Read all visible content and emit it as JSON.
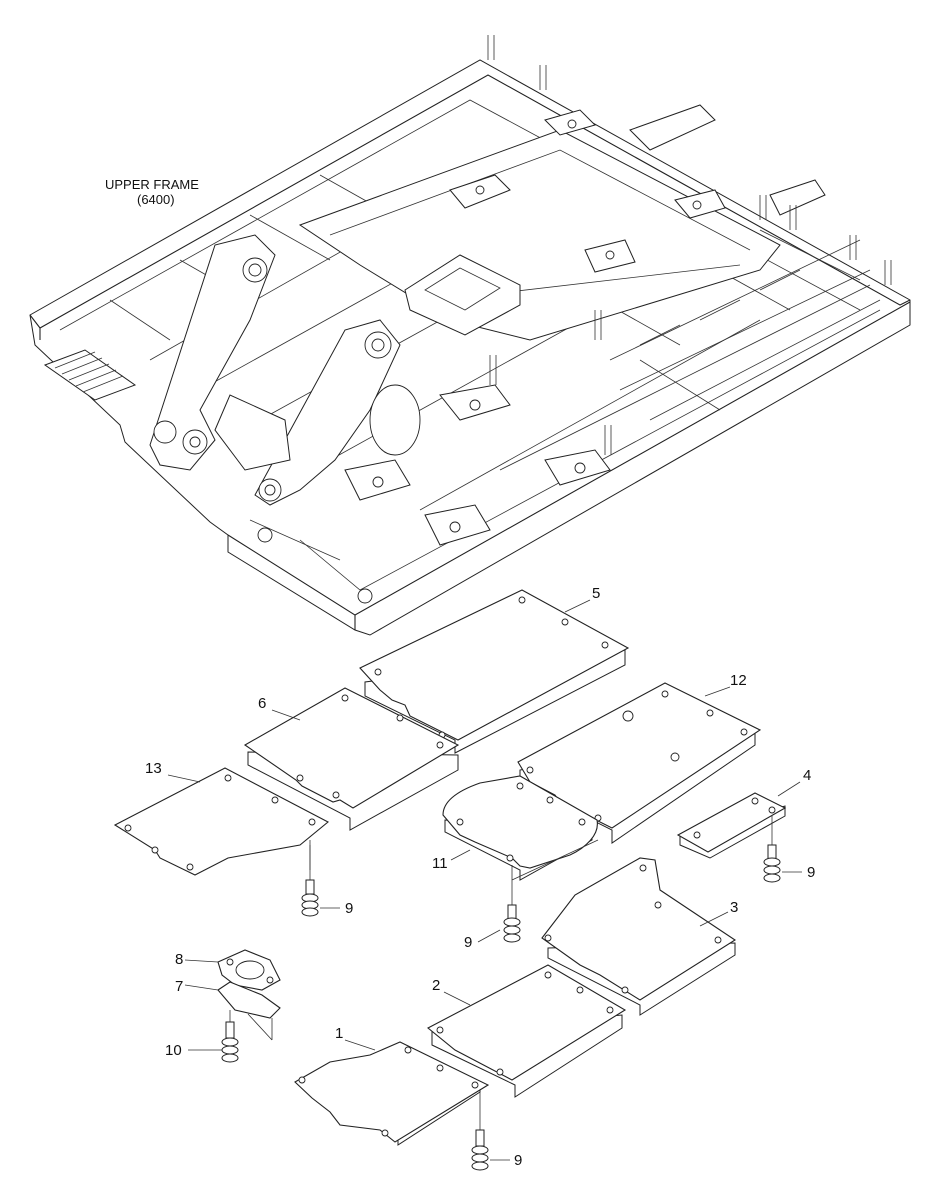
{
  "assembly": {
    "title_line1": "UPPER FRAME",
    "title_line2": "(6400)"
  },
  "callouts": {
    "c1": "1",
    "c2": "2",
    "c3": "3",
    "c4": "4",
    "c5": "5",
    "c6": "6",
    "c7": "7",
    "c8": "8",
    "c9a": "9",
    "c9b": "9",
    "c9c": "9",
    "c9d": "9",
    "c10": "10",
    "c11": "11",
    "c12": "12",
    "c13": "13"
  }
}
